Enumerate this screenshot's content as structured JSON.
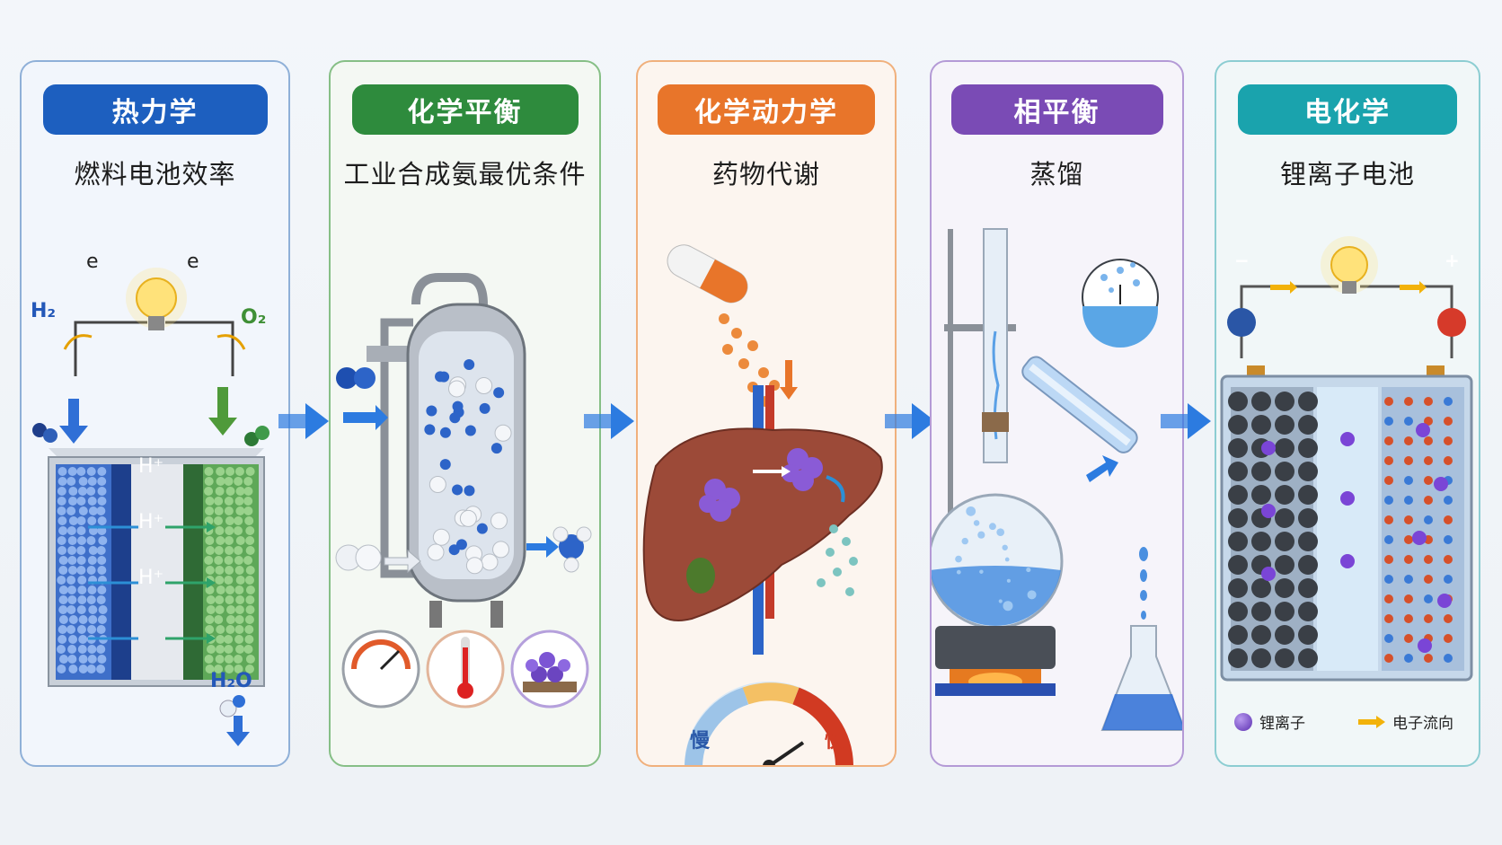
{
  "panels": [
    {
      "title": "热力学",
      "subtitle": "燃料电池效率",
      "color": "#1d5fbf",
      "labels": {
        "h2": "H₂",
        "o2": "O₂",
        "h2o": "H₂O",
        "e_left": "e",
        "e_right": "e",
        "hplus": "H⁺"
      }
    },
    {
      "title": "化学平衡",
      "subtitle": "工业合成氨最优条件",
      "color": "#2e8b3d"
    },
    {
      "title": "化学动力学",
      "subtitle": "药物代谢",
      "color": "#e8752a",
      "labels": {
        "slow": "慢",
        "fast": "快"
      }
    },
    {
      "title": "相平衡",
      "subtitle": "蒸馏",
      "color": "#7a4bb5"
    },
    {
      "title": "电化学",
      "subtitle": "锂离子电池",
      "color": "#1aa3ad",
      "labels": {
        "minus": "−",
        "plus": "+"
      },
      "legend": {
        "ion": "锂离子",
        "electron": "电子流向"
      }
    }
  ]
}
